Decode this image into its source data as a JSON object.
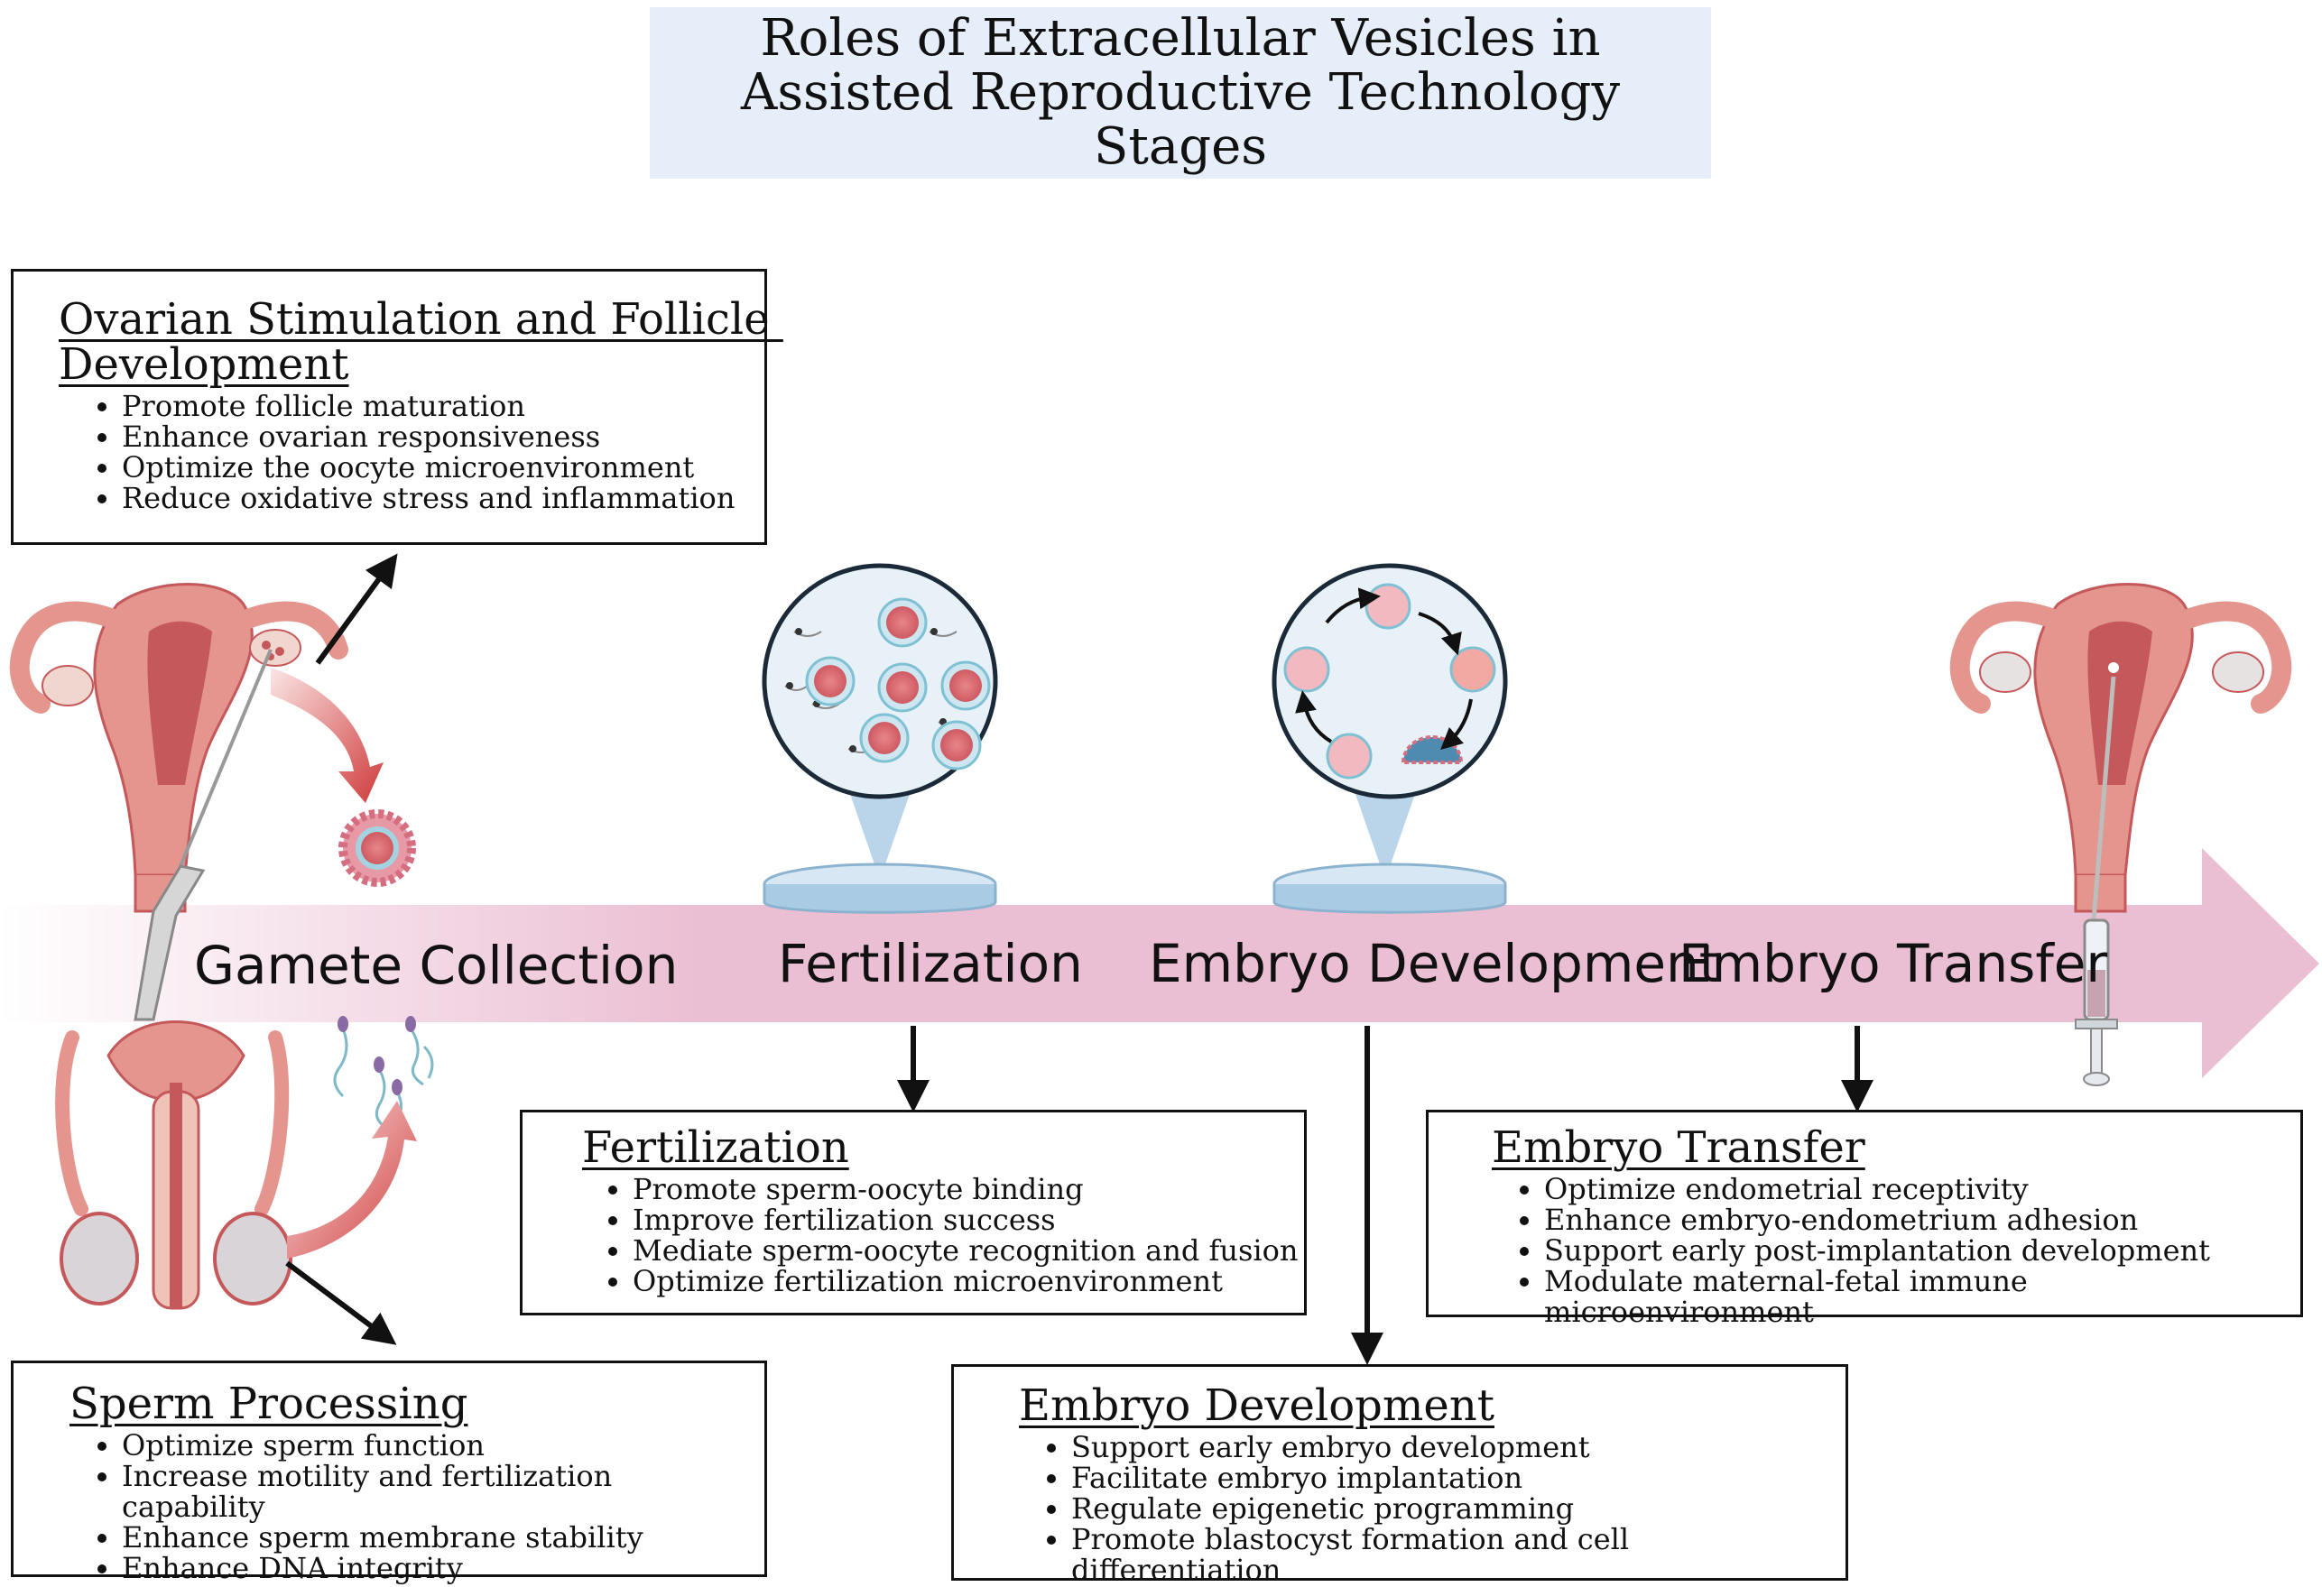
{
  "title": {
    "line1": "Roles of Extracellular Vesicles in",
    "line2": "Assisted Reproductive Technology Stages"
  },
  "timeline": {
    "stages": [
      "Gamete Collection",
      "Fertilization",
      "Embryo Development",
      "Embryo Transfer"
    ]
  },
  "ovarian": {
    "title_line1": "Ovarian Stimulation and Follicle ",
    "title_line2": "Development",
    "items": [
      "Promote follicle maturation",
      "Enhance ovarian responsiveness",
      "Optimize the oocyte microenvironment",
      "Reduce oxidative stress and inflammation"
    ]
  },
  "sperm": {
    "title": "Sperm Processing",
    "items": [
      "Optimize sperm function",
      "Increase motility and fertilization capability",
      "Enhance sperm membrane stability",
      "Enhance DNA integrity"
    ]
  },
  "fertilization": {
    "title": "Fertilization",
    "items": [
      "Promote sperm-oocyte binding",
      "Improve fertilization success",
      "Mediate sperm-oocyte recognition and fusion",
      "Optimize fertilization microenvironment"
    ]
  },
  "embryo_dev": {
    "title": "Embryo Development",
    "items": [
      "Support early embryo development",
      "Facilitate embryo implantation",
      "Regulate epigenetic programming",
      "Promote blastocyst formation and cell differentiation"
    ]
  },
  "embryo_transfer": {
    "title": "Embryo Transfer",
    "items": [
      "Optimize endometrial receptivity",
      "Enhance embryo-endometrium adhesion",
      "Support early post-implantation development",
      "Modulate maternal-fetal immune microenvironment"
    ]
  },
  "colors": {
    "arrow_pink": "#ebbfd3",
    "tissue_pink": "#e4958d",
    "tissue_dark": "#c5585a",
    "title_bg": "#e6eff9"
  },
  "icons": [
    "uterus-icon",
    "ovary-icon",
    "male-reproductive-icon",
    "sperm-icon",
    "oocyte-icon",
    "petri-dish-icon",
    "magnifier-circle-icon",
    "embryo-cycle-icon",
    "syringe-icon",
    "catheter-icon"
  ]
}
